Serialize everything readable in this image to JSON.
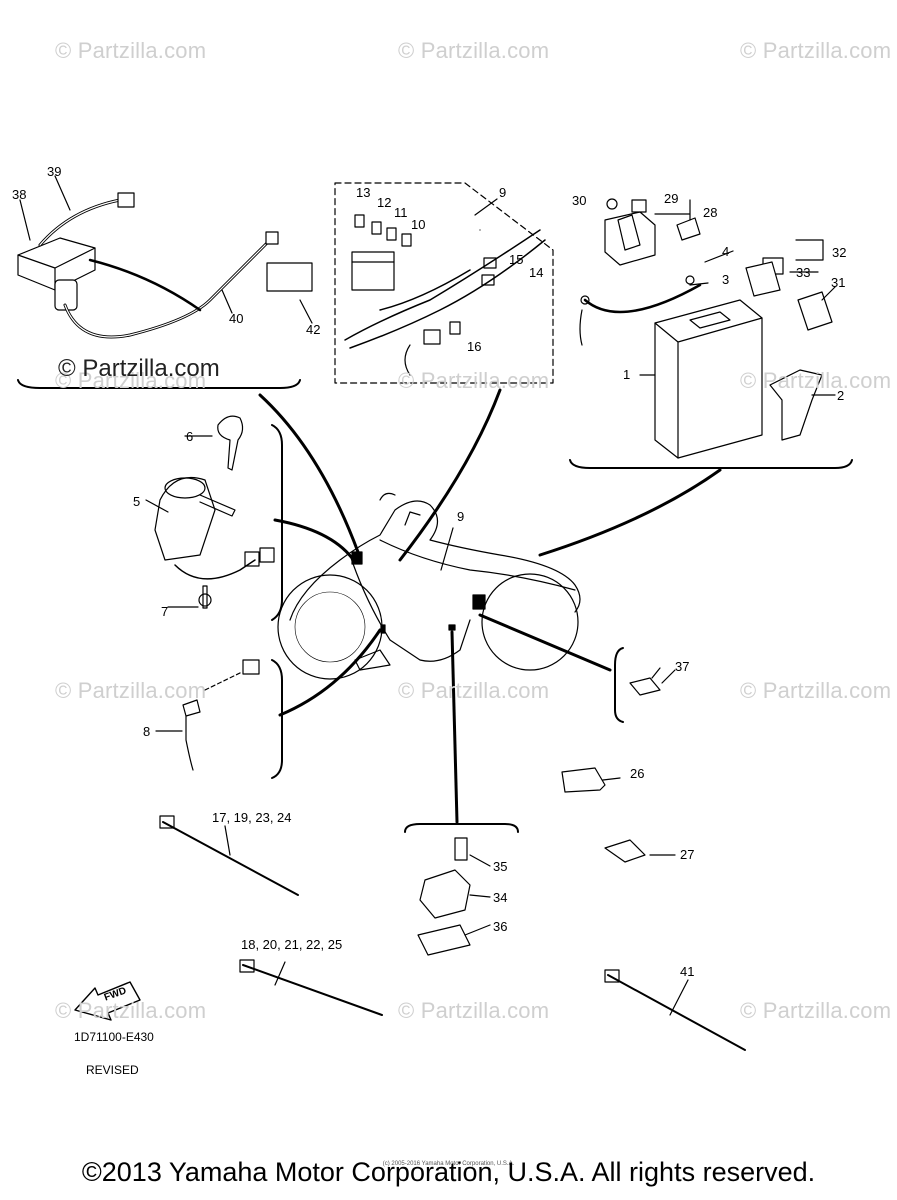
{
  "watermark": "© Partzilla.com",
  "watermark_dark": "© Partzilla.com",
  "callouts": {
    "c39": "39",
    "c38": "38",
    "c40": "40",
    "c42": "42",
    "c13": "13",
    "c12": "12",
    "c11": "11",
    "c10": "10",
    "c9a": "9",
    "c15": "15",
    "c14": "14",
    "c16": "16",
    "c30": "30",
    "c29": "29",
    "c28": "28",
    "c4": "4",
    "c3": "3",
    "c32": "32",
    "c33": "33",
    "c31": "31",
    "c1": "1",
    "c2": "2",
    "c6": "6",
    "c5": "5",
    "c7": "7",
    "c8": "8",
    "c9b": "9",
    "c37": "37",
    "c26": "26",
    "c27": "27",
    "c35": "35",
    "c34": "34",
    "c36": "36",
    "c17": "17, 19, 23, 24",
    "c18": "18, 20, 21, 22, 25",
    "c41": "41"
  },
  "fwd_label": "FWD",
  "diagram_code": "1D71100-E430",
  "revised": "REVISED",
  "tiny_credit": "(c) 2005-2016 Yamaha Motor Corporation, U.S.A.",
  "footer": "©2013 Yamaha Motor Corporation, U.S.A. All rights reserved."
}
